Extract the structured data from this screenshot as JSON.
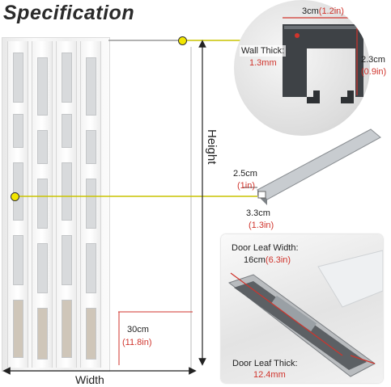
{
  "title": "Specification",
  "rail_profile": {
    "wall_thick_label": "Wall Thick:",
    "wall_thick_value": "1.3mm",
    "width_cm": "3cm",
    "width_in": "(1.2in)",
    "height_cm": "2.3cm",
    "height_in": "(0.9in)"
  },
  "frame_profile": {
    "width_cm": "2.5cm",
    "width_in": "(1in)",
    "depth_cm": "3.3cm",
    "depth_in": "(1.3in)"
  },
  "door_leaf": {
    "width_label": "Door Leaf Width:",
    "width_cm": "16cm",
    "width_in": "(6.3in)",
    "thick_label": "Door Leaf Thick:",
    "thick_value": "12.4mm"
  },
  "bottom_gap": {
    "cm": "30cm",
    "in": "(11.8in)"
  },
  "dimensions": {
    "height": "Height",
    "width": "Width"
  }
}
